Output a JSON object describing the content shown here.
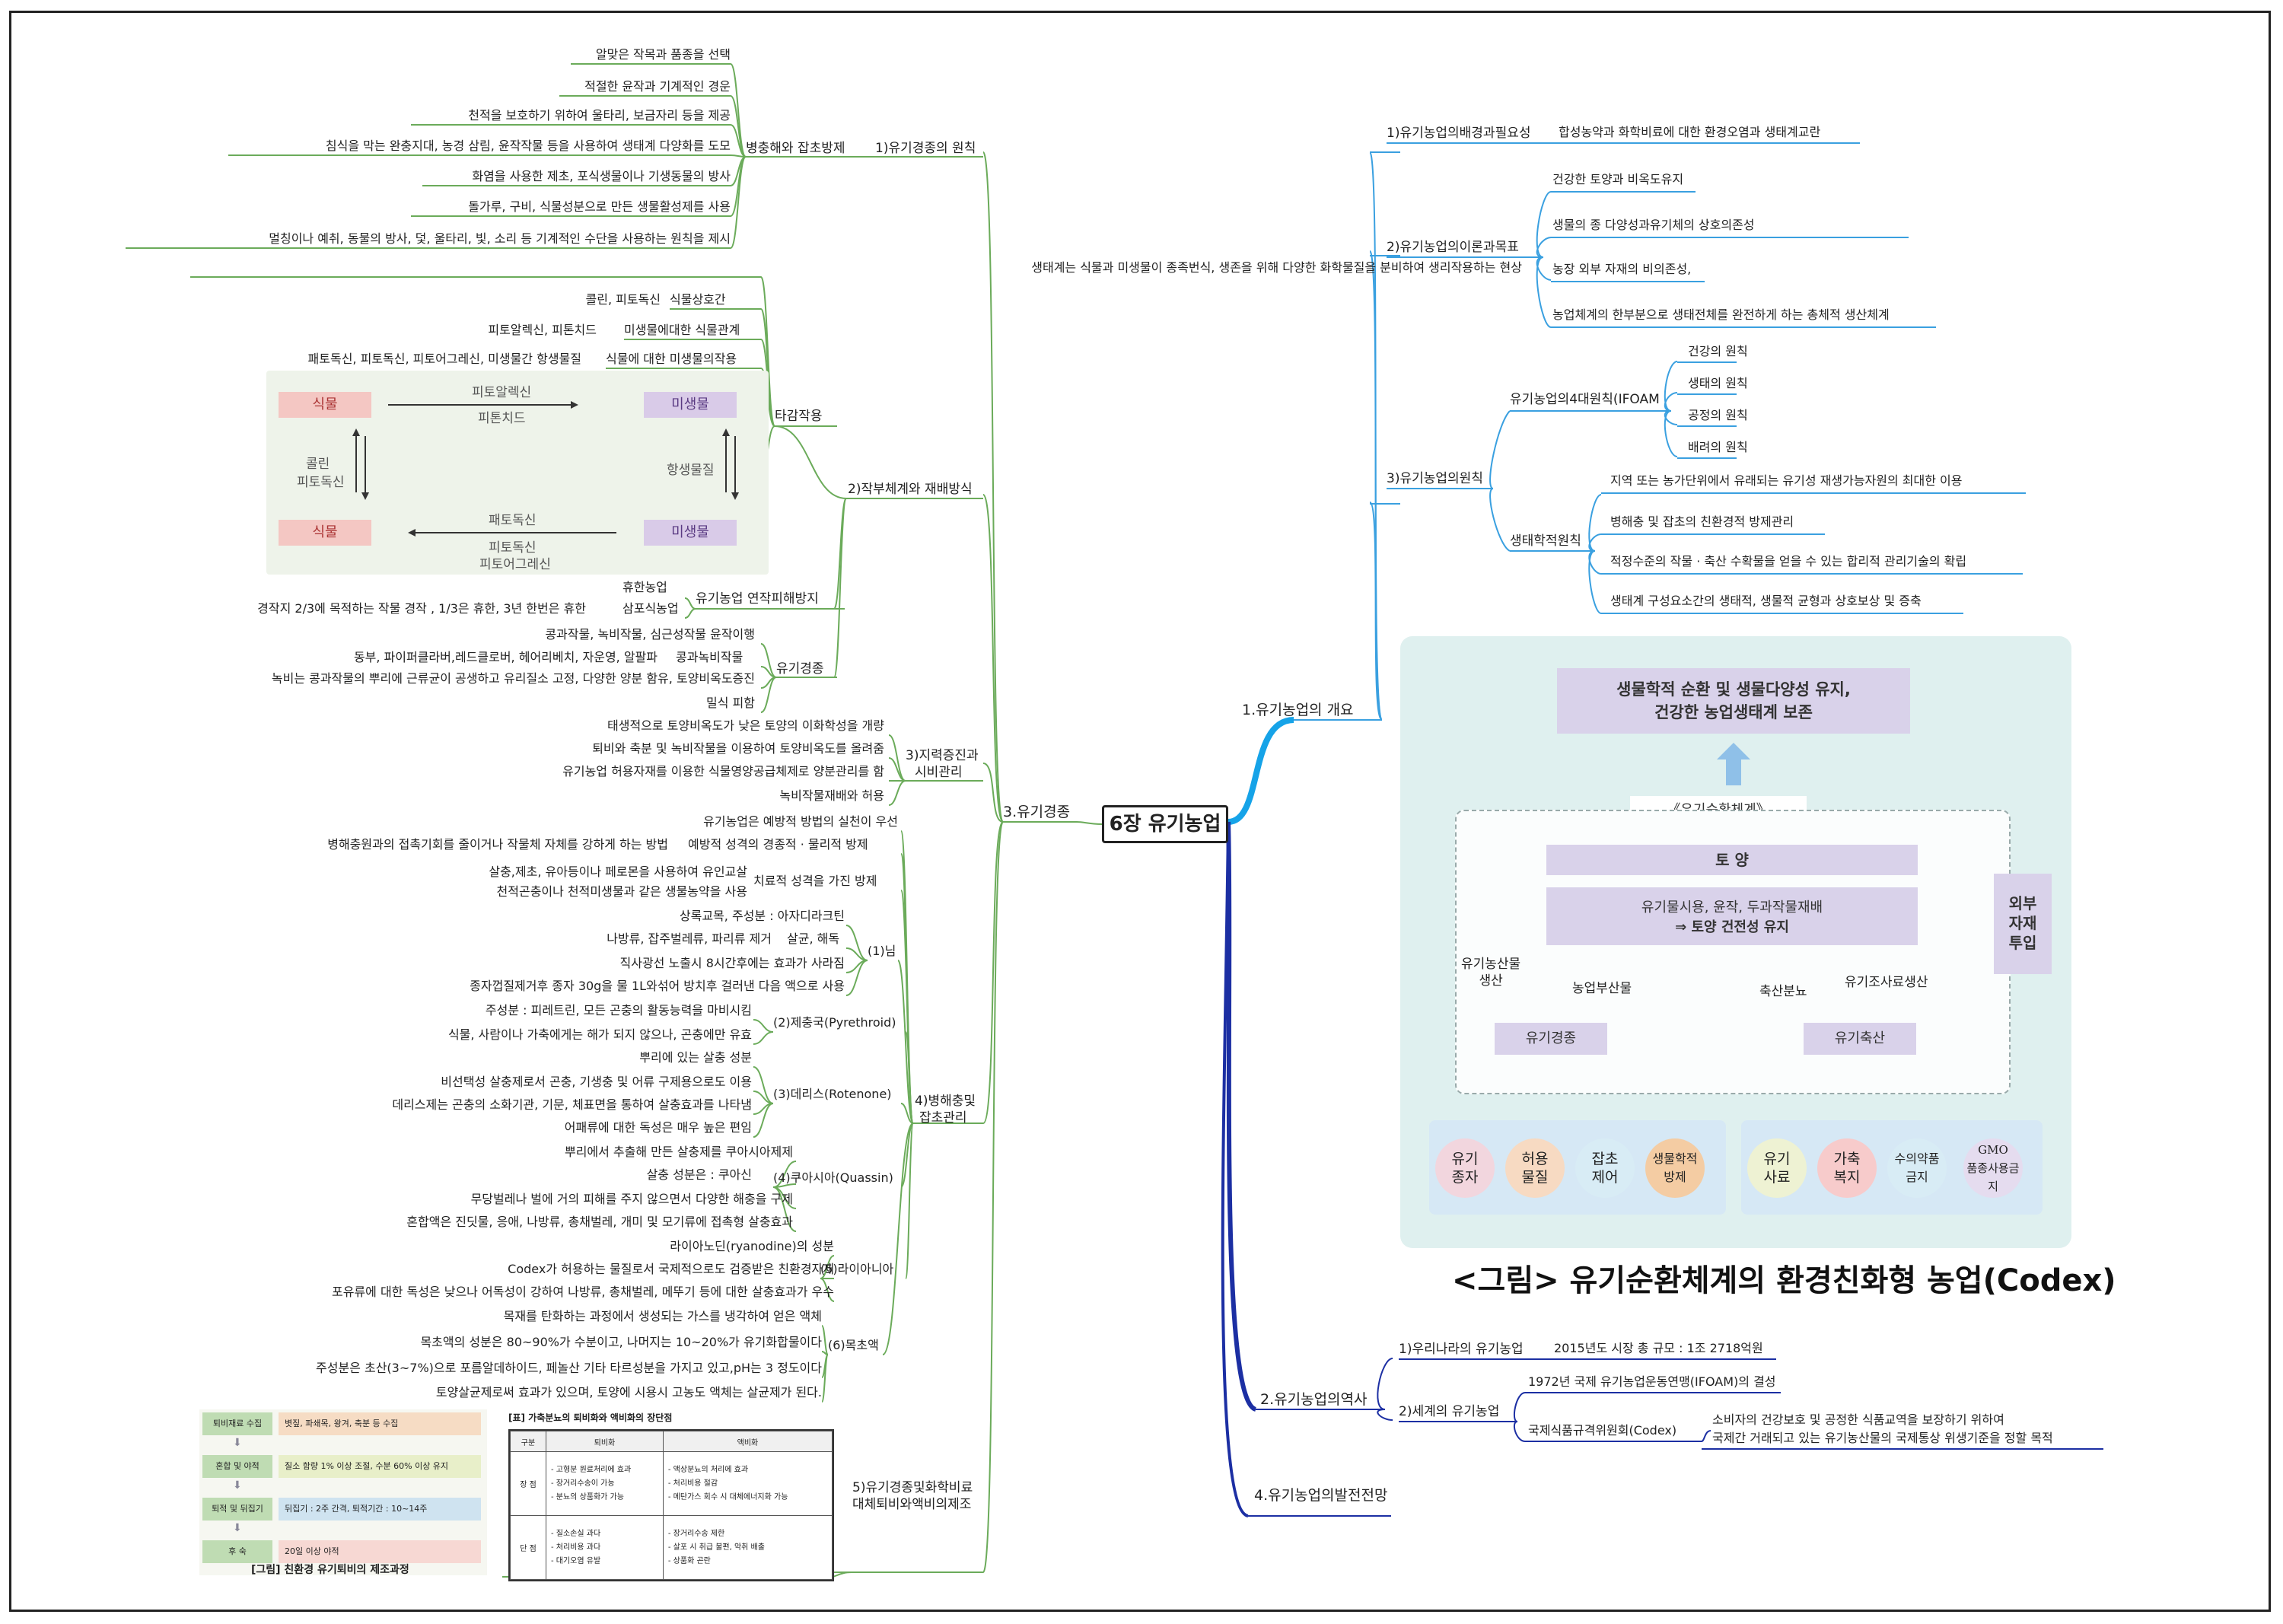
{
  "root": "6장 유기농업",
  "left": {
    "branch": "3.유기경종",
    "s1": {
      "label": "1)유기경종의 원칙",
      "sub": "병충해와 잡초방제",
      "leaves": [
        "알맞은 작목과 품종을 선택",
        "적절한 윤작과 기계적인 경운",
        "천적을 보호하기 위하여 울타리, 보금자리 등을 제공",
        "침식을 막는 완충지대, 농경 삼림, 윤작작물 등을 사용하여 생태계 다양화를 도모",
        "화염을 사용한 제초, 포식생물이나 기생동물의 방사",
        "돌가루, 구비, 식물성분으로 만든 생물활성제를 사용",
        "멀칭이나 예취, 동물의 방사, 덫, 울타리, 빛, 소리 등 기계적인 수단을 사용하는 원칙을 제시"
      ]
    },
    "s2": {
      "label": "2)작부체계와 재배방식",
      "allelo": {
        "label": "타감작용",
        "desc": "생태계는 식물과 미생물이 종족번식, 생존을 위해 다양한 화학물질을 분비하여 생리작용하는 현상",
        "rel1": "식물상호간",
        "rel1v": "콜린, 피토독신",
        "rel2": "미생물에대한 식물관계",
        "rel2v": "피토알렉신, 피톤치드",
        "rel3": "식물에 대한 미생물의작용",
        "rel3v": "패토독신, 피토독신, 피토어그레신, 미생물간 항생물질",
        "diagram": {
          "plant": "식물",
          "microbe": "미생물",
          "top1": "피토알렉신",
          "top2": "피톤치드",
          "left1": "콜린",
          "left2": "피토독신",
          "right": "항생물질",
          "bot1": "패토독신",
          "bot2": "피토독신",
          "bot3": "피토어그레신"
        }
      },
      "rot": {
        "label": "유기농업 연작피해방지",
        "a": "휴한농업",
        "b": "삼포식농업",
        "bv": "경작지 2/3에 목적하는 작물 경작 , 1/3은 휴한, 3년 한번은  휴한"
      },
      "crop": {
        "label": "유기경종",
        "a": "콩과작물, 녹비작물, 심근성작물 윤작이행",
        "b": "콩과녹비작물",
        "bv": "동부, 파이퍼클라버,레드클로버, 헤어리베치, 자운영, 알팔파",
        "c": "녹비는 콩과작물의 뿌리에 근류균이 공생하고 유리질소 고정, 다양한 양분 함유, 토양비옥도증진",
        "d": "밀식 피함"
      }
    },
    "s3": {
      "label1": "3)지력증진과",
      "label2": "시비관리",
      "leaves": [
        "태생적으로 토양비옥도가 낮은 토양의 이화학성을 개량",
        "퇴비와 축분 및 녹비작물을 이용하여 토양비옥도를 올려줌",
        "유기농업 허용자재를 이용한 식물영양공급체제로 양분관리를 함",
        "녹비작물재배와 허용"
      ]
    },
    "s4": {
      "label1": "4)병해충및",
      "label2": "잡초관리",
      "top": "유기농업은 예방적 방법의 실천이 우선",
      "prev": "예방적 성격의 경종적 · 물리적 방제",
      "prevv": "병해충원과의 접촉기회를 줄이거나 작물체 자체를 강하게 하는 방법",
      "cure": "치료적 성격을 가진 방제",
      "curev1": "살충,제초, 유아등이나 페로몬을 사용하여 유인교살",
      "curev2": "천적곤충이나 천적미생물과 같은 생물농약을 사용",
      "neem": {
        "label": "(1)님",
        "a": "상록교목, 주성분 : 아자디라크틴",
        "b": "살균, 해독",
        "bv": "나방류, 잡주벌레류, 파리류 제거",
        "c": "직사광선 노출시 8시간후에는 효과가 사라짐",
        "d": "종자껍질제거후 종자 30g을 물 1L와섞어 방치후 걸러낸 다음 액으로 사용"
      },
      "pyr": {
        "label": "(2)제충국(Pyrethroid)",
        "a": "주성분 : 피레트린, 모든 곤충의 활동능력을 마비시킴",
        "b": "식물, 사람이나 가축에게는 해가 되지 않으나, 곤충에만 유효"
      },
      "rot": {
        "label": "(3)데리스(Rotenone)",
        "a": "뿌리에 있는 살충 성분",
        "b": "비선택성 살충제로서 곤충, 기생충 및 어류 구제용으로도 이용",
        "c": "데리스제는 곤충의 소화기관, 기문, 체표면을 통하여 살충효과를 나타냄",
        "d": "어패류에 대한 독성은 매우 높은 편임"
      },
      "qua": {
        "label": "(4)쿠아시아(Quassin)",
        "a": "뿌리에서 추출해 만든 살충제를 쿠아시아제제",
        "b": "살충 성분은 : 쿠아신",
        "c": "무당벌레나 벌에 거의 피해를 주지 않으면서 다양한 해충을 구제",
        "d": "혼합액은 진딧물, 응애, 나방류, 총채벌레, 개미 및 모기류에 접촉형 살충효과"
      },
      "rya": {
        "label": "(5)라이아니아",
        "a": "라이아노딘(ryanodine)의 성분",
        "b": "Codex가 허용하는 물질로서 국제적으로도 검증받은 친환경자재",
        "c": "포유류에 대한 독성은 낮으나 어독성이 강하여 나방류, 총채벌레, 메뚜기 등에 대한 살충효과가 우수"
      },
      "wood": {
        "label": "(6)목초액",
        "a": "목재를 탄화하는 과정에서 생성되는 가스를 냉각하여 얻은 액체",
        "b": "목초액의 성분은 80~90%가 수분이고, 나머지는 10~20%가 유기화합물이다",
        "c": "주성분은 초산(3~7%)으로 포름알데하이드, 페놀산 기타 타르성분을 가지고 있고,pH는 3 정도이다",
        "d": "토양살균제로써 효과가 있으며, 토양에 시용시 고농도 액체는 살균제가 된다."
      }
    },
    "s5": {
      "label1": "5)유기경종및화학비료",
      "label2": "대체퇴비와액비의제조",
      "compost": {
        "steps": [
          {
            "name": "퇴비재료 수집",
            "desc": "볏짚, 파쇄목, 왕겨, 축분 등 수집"
          },
          {
            "name": "혼합 및 야적",
            "desc": "질소 함량 1% 이상 조절, 수분 60% 이상 유지"
          },
          {
            "name": "퇴적 및 뒤집기",
            "desc": "뒤집기 : 2주 간격, 퇴적기간 : 10~14주"
          },
          {
            "name": "후 숙",
            "desc": "20일 이상 야적"
          }
        ],
        "caption": "[그림] 친환경 유기퇴비의 제조과정"
      },
      "table": {
        "title": "[표] 가축분뇨의 퇴비화와 액비화의 장단점",
        "head": [
          "구분",
          "퇴비화",
          "액비화"
        ],
        "rows": [
          {
            "k": "장 점",
            "a": [
              "- 고형분 원료처리에 효과",
              "- 장거리수송이 가능",
              "- 분뇨의 상품화가 가능"
            ],
            "b": [
              "- 액상분뇨의 처리에 효과",
              "- 처리비용 절감",
              "- 메탄가스 회수 시 대체에너지화 가능"
            ]
          },
          {
            "k": "단 점",
            "a": [
              "- 질소손실 과다",
              "- 처리비용 과다",
              "- 대기오염 유발"
            ],
            "b": [
              "- 장거리수송 제한",
              "- 살포 시 취급 불편, 악취 배출",
              "- 상품화 곤란"
            ]
          }
        ]
      }
    }
  },
  "right": {
    "b1": {
      "label": "1.유기농업의 개요",
      "bg": {
        "label": "1)유기농업의배경과필요성",
        "v": "합성농약과 화학비료에 대한 환경오염과 생태계교란"
      },
      "theory": {
        "label": "2)유기농업의이론과목표",
        "items": [
          "건강한 토양과 비옥도유지",
          "생물의 종 다양성과유기체의 상호의존성",
          "농장 외부 자재의 비의존성,",
          "농업체계의 한부분으로 생태전체를 완전하게 하는 총체적 생산체계"
        ]
      },
      "princ": {
        "label": "3)유기농업의원칙",
        "ifoam": "유기농업의4대원칙(IFOAM",
        "ifoamItems": [
          "건강의 원칙",
          "생태의 원칙",
          "공정의 원칙",
          "배려의 원칙"
        ],
        "eco": "생태학적원칙",
        "ecoItems": [
          "지역 또는 농가단위에서 유래되는 유기성 재생가능자원의 최대한 이용",
          "병해충 및 잡초의 친환경적 방제관리",
          "적정수준의 작물 · 축산 수확물을 얻을 수 있는 합리적 관리기술의 확립",
          "생태계 구성요소간의 생태적, 생물적 균형과 상호보상 및 증축"
        ]
      },
      "codex": {
        "top": "생물학적 순환 및 생물다양성 유지,\n건강한 농업생태계 보존",
        "system": "《유기순환체계》",
        "soil": "토      양",
        "soilMgmt1": "유기물시용, 윤작, 두과작물재배",
        "soilMgmt2": "⇒ 토양 건전성 유지",
        "ext": "외부\n자재\n투입",
        "l1": "유기농산물\n생산",
        "l2": "농업부산물",
        "r1": "축산분뇨",
        "r2": "유기조사료생산",
        "crop": "유기경종",
        "live": "유기축산",
        "circlesL": [
          "유기\n종자",
          "허용\n물질",
          "잡초\n제어",
          "생물학적\n방제"
        ],
        "circlesR": [
          "유기\n사료",
          "가축\n복지",
          "수의약품\n금지",
          "GMO\n품종사용금지"
        ],
        "caption": "<그림> 유기순환체계의 환경친화형 농업(Codex)"
      }
    },
    "b2": {
      "label": "2.유기농업의역사",
      "kr": {
        "label": "1)우리나라의 유기농업",
        "v": "2015년도 시장 총 규모 : 1조 2718억원"
      },
      "world": {
        "label": "2)세계의 유기농업",
        "a": "1972년 국제 유기농업운동연맹(IFOAM)의 결성",
        "codex": "국제식품규격위원회(Codex)",
        "c1": "소비자의 건강보호 및 공정한 식품교역을 보장하기 위하여",
        "c2": "국제간 거래되고 있는 유기농산물의 국제통상 위생기준을 정할 목적"
      }
    },
    "b4": {
      "label": "4.유기농업의발전전망"
    }
  },
  "colors": {
    "green": "#6bab5a",
    "blue": "#3aa0e0",
    "navy": "#1c2fa3",
    "codexBg": "#dff0ef"
  }
}
